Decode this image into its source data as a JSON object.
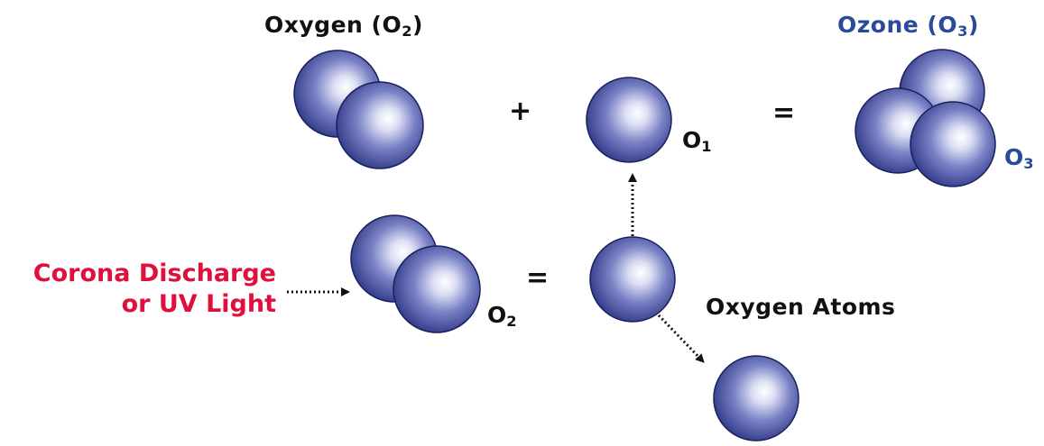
{
  "labels": {
    "oxygen_title_text": "Oxygen (O",
    "oxygen_title_sub": "2",
    "oxygen_title_close": ")",
    "ozone_title_text": "Ozone (O",
    "ozone_title_sub": "3",
    "ozone_title_close": ")",
    "o1_text": "O",
    "o1_sub": "1",
    "o2_text": "O",
    "o2_sub": "2",
    "o3_text": "O",
    "o3_sub": "3",
    "source_line1": "Corona Discharge",
    "source_line2": "or UV Light",
    "oxygen_atoms": "Oxygen Atoms",
    "plus": "+",
    "equals_top": "=",
    "equals_bottom": "="
  },
  "colors": {
    "sphere_dark": "#2c3583",
    "sphere_mid": "#5a64b4",
    "sphere_light": "#ffffff",
    "outline": "#1a2060",
    "label_black": "#111111",
    "label_blue": "#2a4a9a",
    "label_red": "#e0103c",
    "arrow": "#111111"
  }
}
